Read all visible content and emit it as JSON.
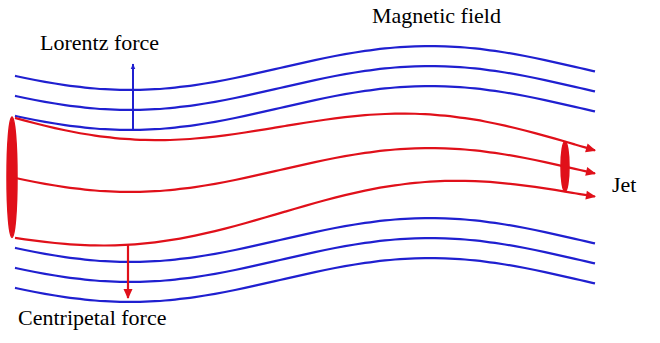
{
  "diagram": {
    "labels": [
      "Magnetic field",
      "Lorentz force",
      "Jet",
      "Centripetal force"
    ]
  }
}
